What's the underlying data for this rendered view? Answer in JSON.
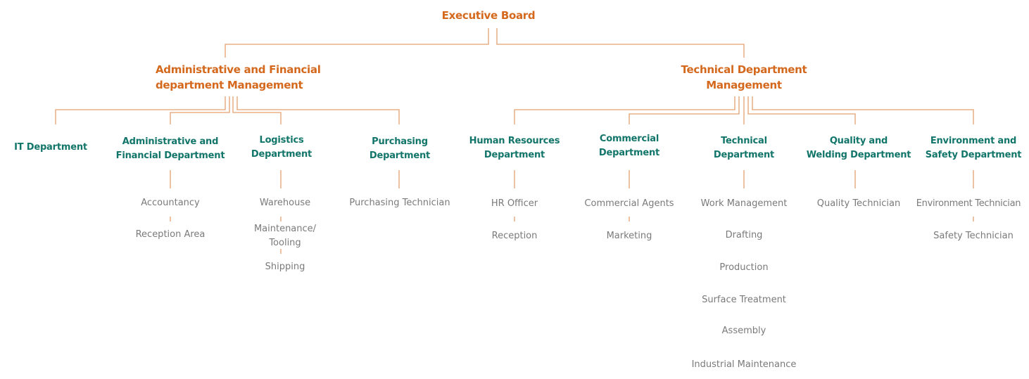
{
  "colors": {
    "connector": "#e3a06f",
    "board": "#d4691e",
    "department": "#12756a",
    "subunit": "#7a7a7a"
  },
  "board": "Executive Board",
  "management": {
    "admin": {
      "line1": "Administrative and Financial",
      "line2": "department Management"
    },
    "tech": {
      "line1": "Technical Department",
      "line2": "Management"
    }
  },
  "departments": {
    "it": {
      "line1": "IT Department"
    },
    "admin_fin": {
      "line1": "Administrative and",
      "line2": "Financial Department",
      "units": [
        "Accountancy",
        "Reception Area"
      ]
    },
    "logistics": {
      "line1": "Logistics",
      "line2": "Department",
      "units": [
        "Warehouse",
        "Maintenance/",
        "Tooling",
        "Shipping"
      ]
    },
    "purchasing": {
      "line1": "Purchasing",
      "line2": "Department",
      "units": [
        "Purchasing Technician"
      ]
    },
    "hr": {
      "line1": "Human Resources",
      "line2": "Department",
      "units": [
        "HR Officer",
        "Reception"
      ]
    },
    "commercial": {
      "line1": "Commercial",
      "line2": "Department",
      "units": [
        "Commercial Agents",
        "Marketing"
      ]
    },
    "technical": {
      "line1": "Technical",
      "line2": "Department",
      "units": [
        "Work Management",
        "Drafting",
        "Production",
        "Surface Treatment",
        "Assembly",
        "Industrial Maintenance"
      ]
    },
    "quality": {
      "line1": "Quality and",
      "line2": "Welding Department",
      "units": [
        "Quality Technician"
      ]
    },
    "environment": {
      "line1": "Environment and",
      "line2": "Safety Department",
      "units": [
        "Environment Technician",
        "Safety Technician"
      ]
    }
  }
}
